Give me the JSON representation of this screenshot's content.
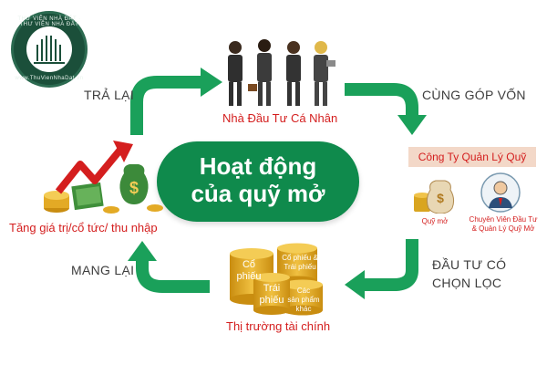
{
  "center": {
    "line1": "Hoạt động",
    "line2": "của quỹ mở"
  },
  "nodes": {
    "investor": "Nhà Đầu Tư Cá Nhân",
    "fund_company": "Công Ty Quản Lý Quỹ",
    "open_fund": "Quỹ mở",
    "expert_line1": "Chuyên Viên Đầu Tư",
    "expert_line2": "& Quản Lý Quỹ Mở",
    "market": "Thị trường tài chính",
    "growth": "Tăng giá trị/cổ tức/ thu nhập"
  },
  "arrows": {
    "contribute": "CÙNG GÓP VỐN",
    "invest_line1": "ĐẦU TƯ CÓ",
    "invest_line2": "CHỌN LỌC",
    "bring": "MANG LẠI",
    "return": "TRẢ LẠI"
  },
  "coins": {
    "stocks_line1": "Cổ",
    "stocks_line2": "phiếu",
    "bonds_line1": "Trái",
    "bonds_line2": "phiếu",
    "mixed_line1": "Cổ phiếu &",
    "mixed_line2": "Trái phiếu",
    "other_line1": "Các",
    "other_line2": "sản phẩm",
    "other_line3": "khác"
  },
  "logo": {
    "top_text": "THƯ VIỆN NHÀ ĐẤT · THƯ VIỆN NHÀ ĐẤT",
    "bottom_text": "www.ThuVienNhaDat.vn"
  },
  "colors": {
    "green": "#0f8a4c",
    "arrow_green": "#1aa05a",
    "red": "#d41e1e",
    "gold": "#d9a520"
  }
}
